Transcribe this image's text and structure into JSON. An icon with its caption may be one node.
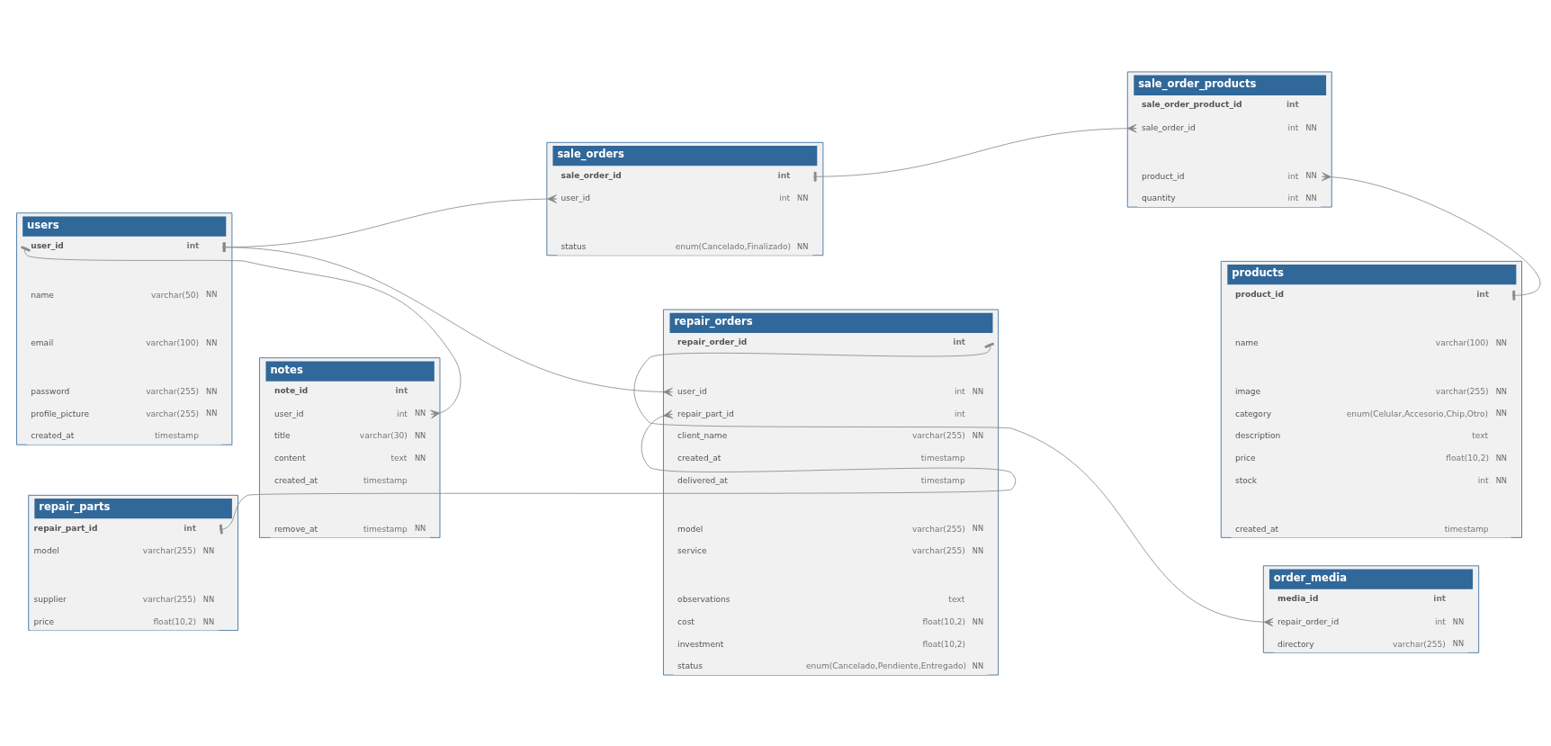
{
  "diagram": {
    "nodes": [
      {
        "text": [
          "sale_orders"
        ]
      },
      {
        "text": [
          "sale_order_id",
          "int"
        ],
        "in": 0
      },
      {
        "text": [
          "user_id",
          "int",
          "NN"
        ],
        "in": 0
      },
      {
        "text": [
          "status",
          "enum(Cancelado,Finalizado)",
          "NN"
        ],
        "in": 0
      },
      {
        "text": [
          "sale_order_products"
        ]
      },
      {
        "text": [
          "sale_order_product_id",
          "int"
        ],
        "in": 4
      },
      {
        "text": [
          "sale_order_id",
          "int",
          "NN"
        ],
        "in": 4
      },
      {
        "text": [
          "product_id",
          "int",
          "NN"
        ],
        "in": 4
      },
      {
        "text": [
          "quantity",
          "int",
          "NN"
        ],
        "in": 4
      },
      {
        "text": [
          "products"
        ]
      },
      {
        "text": [
          "product_id",
          "int"
        ],
        "in": 9
      },
      {
        "text": [
          "name",
          "varchar(100)",
          "NN"
        ],
        "in": 9
      },
      {
        "text": [
          "image",
          "varchar(255)",
          "NN"
        ],
        "in": 9
      },
      {
        "text": [
          "category",
          "enum(Celular,Accesorio,Chip,Otro)",
          "NN"
        ],
        "in": 9
      },
      {
        "text": [
          "description",
          "text"
        ],
        "in": 9
      },
      {
        "text": [
          "price",
          "float(10,2)",
          "NN"
        ],
        "in": 9
      },
      {
        "text": [
          "stock",
          "int",
          "NN"
        ],
        "in": 9
      },
      {
        "text": [
          "created_at",
          "timestamp"
        ],
        "in": 9
      },
      {
        "text": [
          "users"
        ]
      },
      {
        "text": [
          "user_id",
          "int"
        ],
        "in": 18
      },
      {
        "text": [
          "name",
          "varchar(50)",
          "NN"
        ],
        "in": 18
      },
      {
        "text": [
          "email",
          "varchar(100)",
          "NN"
        ],
        "in": 18
      },
      {
        "text": [
          "password",
          "varchar(255)",
          "NN"
        ],
        "in": 18
      },
      {
        "text": [
          "profile_picture",
          "varchar(255)",
          "NN"
        ],
        "in": 18
      },
      {
        "text": [
          "created_at",
          "timestamp"
        ],
        "in": 18
      },
      {
        "text": [
          "repair_orders"
        ]
      },
      {
        "text": [
          "repair_order_id",
          "int"
        ],
        "in": 25
      },
      {
        "text": [
          "user_id",
          "int",
          "NN"
        ],
        "in": 25
      },
      {
        "text": [
          "repair_part_id",
          "int"
        ],
        "in": 25
      },
      {
        "text": [
          "client_name",
          "varchar(255)",
          "NN"
        ],
        "in": 25
      },
      {
        "text": [
          "created_at",
          "timestamp"
        ],
        "in": 25
      },
      {
        "text": [
          "delivered_at",
          "timestamp"
        ],
        "in": 25
      },
      {
        "text": [
          "model",
          "varchar(255)",
          "NN"
        ],
        "in": 25
      },
      {
        "text": [
          "service",
          "varchar(255)",
          "NN"
        ],
        "in": 25
      },
      {
        "text": [
          "observations",
          "text"
        ],
        "in": 25
      },
      {
        "text": [
          "cost",
          "float(10,2)",
          "NN"
        ],
        "in": 25
      },
      {
        "text": [
          "investment",
          "float(10,2)"
        ],
        "in": 25
      },
      {
        "text": [
          "status",
          "enum(Cancelado,Pendiente,Entregado)",
          "NN"
        ],
        "in": 25
      },
      {
        "text": [
          "notes"
        ]
      },
      {
        "text": [
          "note_id",
          "int"
        ],
        "in": 38
      },
      {
        "text": [
          "user_id",
          "int",
          "NN"
        ],
        "in": 38
      },
      {
        "text": [
          "title",
          "varchar(30)",
          "NN"
        ],
        "in": 38
      },
      {
        "text": [
          "content",
          "text",
          "NN"
        ],
        "in": 38
      },
      {
        "text": [
          "created_at",
          "timestamp"
        ],
        "in": 38
      },
      {
        "text": [
          "remove_at",
          "timestamp",
          "NN"
        ],
        "in": 38
      },
      {
        "text": [
          "order_media"
        ]
      },
      {
        "text": [
          "media_id",
          "int"
        ],
        "in": 45
      },
      {
        "text": [
          "repair_order_id",
          "int",
          "NN"
        ],
        "in": 45
      },
      {
        "text": [
          "directory",
          "varchar(255)",
          "NN"
        ],
        "in": 45
      },
      {
        "text": [
          "repair_parts"
        ]
      },
      {
        "text": [
          "repair_part_id",
          "int"
        ],
        "in": 49
      },
      {
        "text": [
          "model",
          "varchar(255)",
          "NN"
        ],
        "in": 49
      },
      {
        "text": [
          "supplier",
          "varchar(255)",
          "NN"
        ],
        "in": 49
      },
      {
        "text": [
          "price",
          "float(10,2)",
          "NN"
        ],
        "in": 49
      }
    ],
    "edges": [
      {
        "from": 1,
        "to": 6,
        "arrow": "other"
      },
      {
        "from": 10,
        "to": 7,
        "arrow": "other"
      },
      {
        "from": 19,
        "to": 2,
        "arrow": "other"
      },
      {
        "from": 19,
        "to": 27,
        "arrow": "other"
      },
      {
        "from": 19,
        "to": 40,
        "arrow": "other"
      },
      {
        "from": 26,
        "to": 47,
        "arrow": "other"
      },
      {
        "from": 50,
        "to": 28,
        "arrow": "other"
      }
    ]
  }
}
